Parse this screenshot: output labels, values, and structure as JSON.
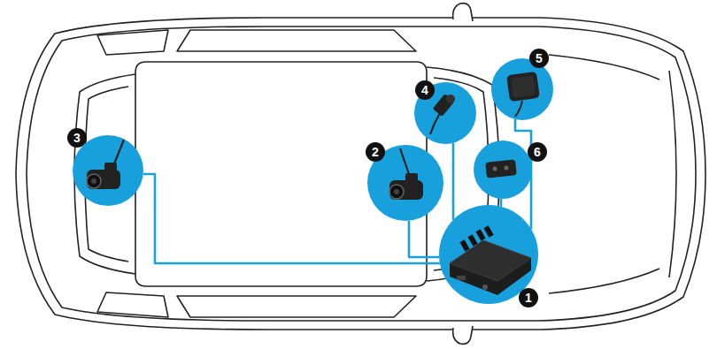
{
  "diagram": {
    "nodes": [
      {
        "text": [
          "1"
        ]
      },
      {
        "text": [
          "2"
        ]
      },
      {
        "text": [
          "3"
        ]
      },
      {
        "text": [
          "4"
        ]
      },
      {
        "text": [
          "5"
        ]
      },
      {
        "text": [
          "6"
        ]
      }
    ],
    "edges": [
      {
        "from": 0,
        "to": 1,
        "arrow": "none"
      },
      {
        "from": 0,
        "to": 2,
        "arrow": "none"
      },
      {
        "from": 0,
        "to": 3,
        "arrow": "none"
      },
      {
        "from": 0,
        "to": 4,
        "arrow": "none"
      },
      {
        "from": 0,
        "to": 5,
        "arrow": "none"
      }
    ]
  }
}
